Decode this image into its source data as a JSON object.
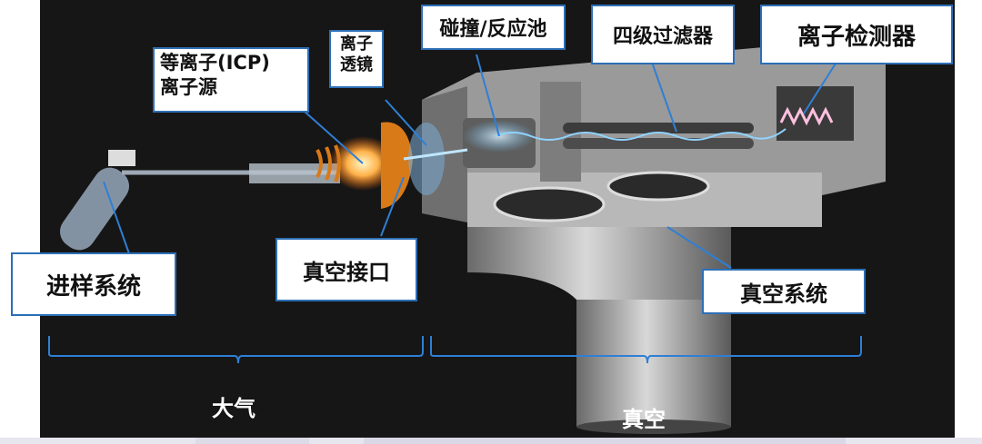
{
  "labels": {
    "collision_cell": "碰撞/反应池",
    "quadrupole": "四级过滤器",
    "detector": "离子检测器",
    "ion_lens_line1": "离子",
    "ion_lens_line2": "透镜",
    "icp_line1": "等离子(ICP)",
    "icp_line2": "离子源",
    "sample_system": "进样系统",
    "vacuum_interface": "真空接口",
    "vacuum_system": "真空系统"
  },
  "regions": {
    "atmosphere": "大气",
    "vacuum": "真空"
  },
  "colors": {
    "label_border": "#2c6fb6",
    "bracket": "#2f7fd6",
    "background": "#161616",
    "plasma": "#ff8a1e",
    "beam": "#8fd3ff"
  }
}
